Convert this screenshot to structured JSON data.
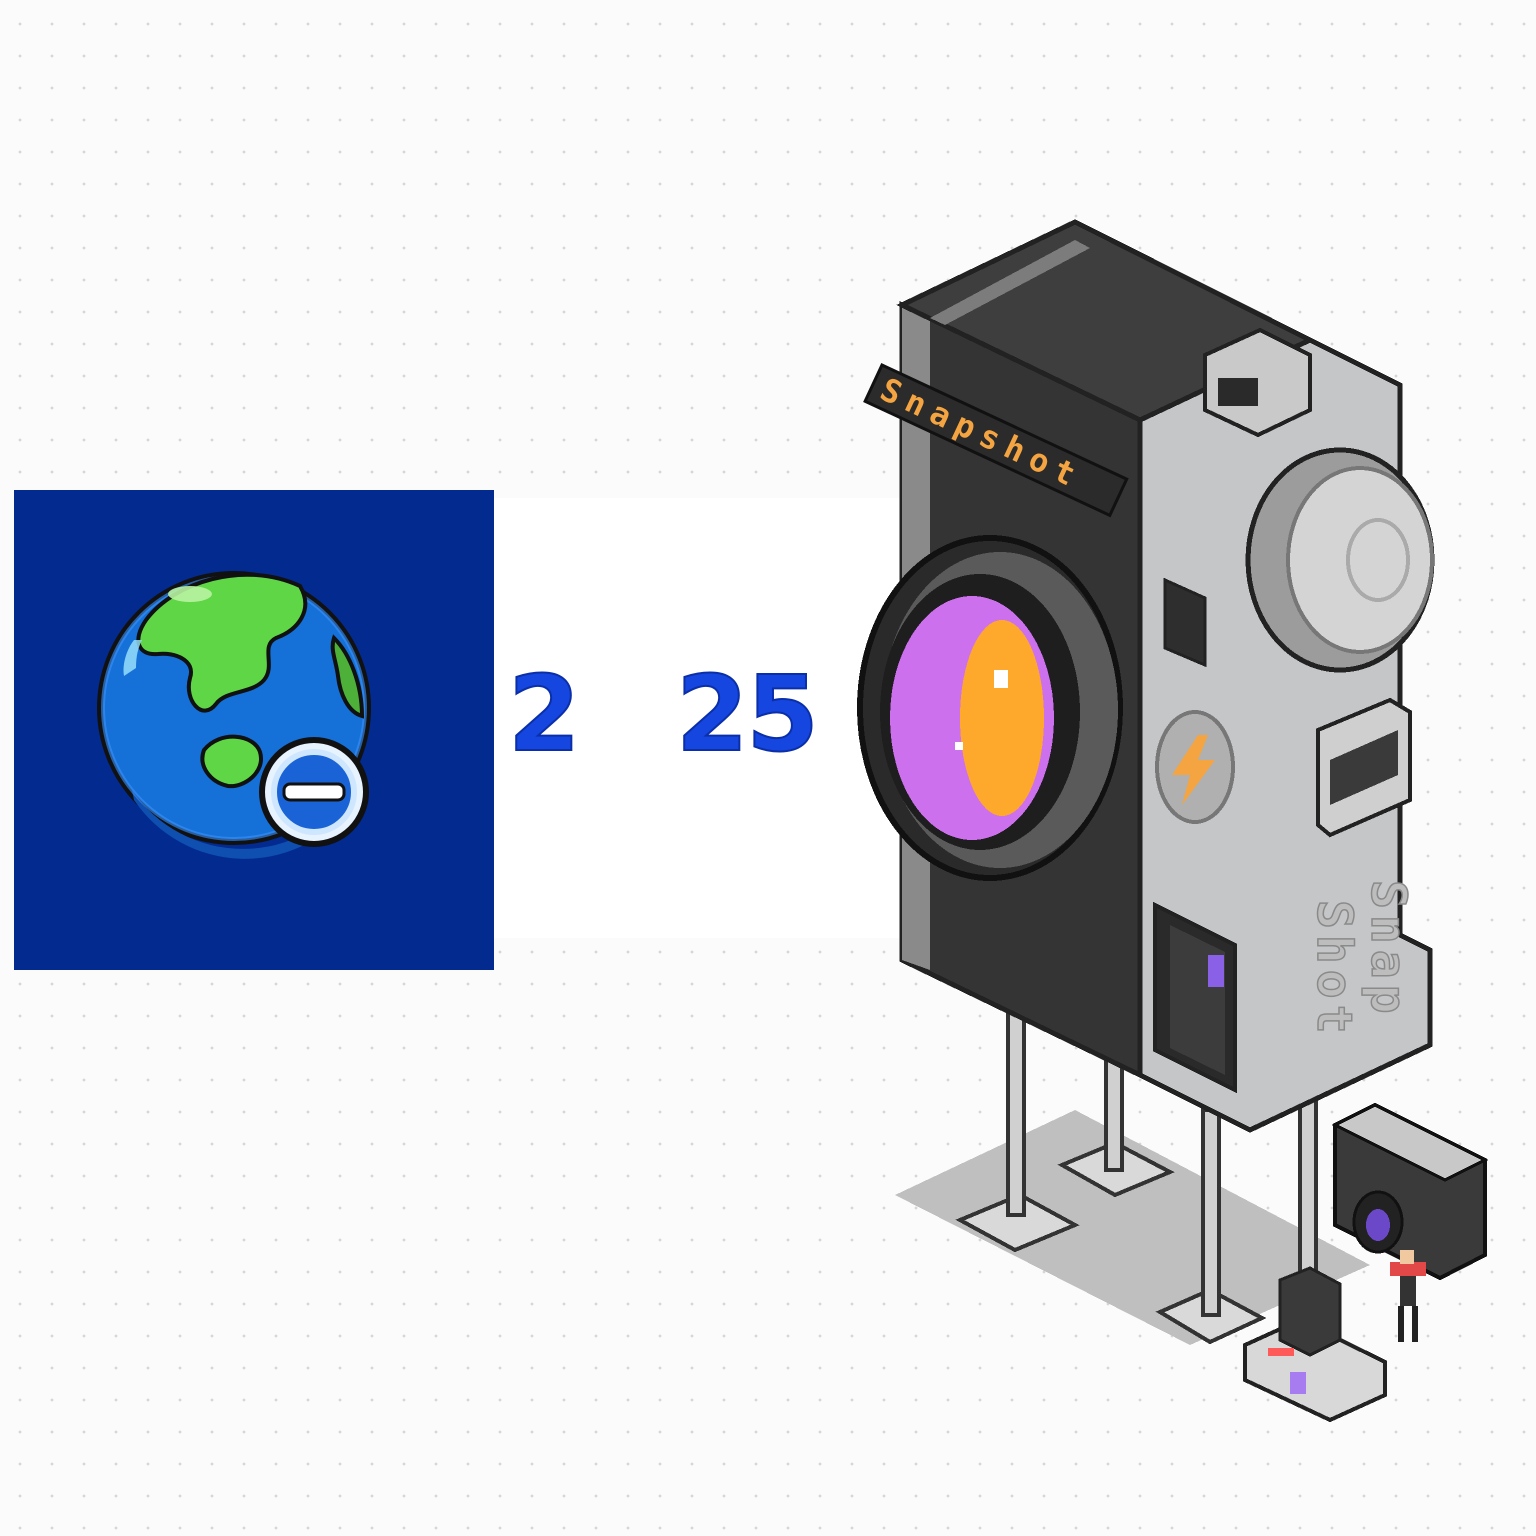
{
  "left_numeral": "2",
  "right_numeral": "25",
  "brand_label": "Snapshot",
  "side_label_line1": "Snap",
  "side_label_line2": "Shot",
  "colors": {
    "tile_blue": "#022a8f",
    "numeral_blue": "#1546e0",
    "camera_dark": "#343434",
    "camera_light": "#c4c6c8",
    "lens_purple": "#cc70ee",
    "lens_orange": "#ffa92c",
    "label_orange": "#f4a440"
  },
  "icons": [
    "globe-icon",
    "minus-badge-icon",
    "lightning-icon",
    "camera-icon",
    "person-icon"
  ]
}
